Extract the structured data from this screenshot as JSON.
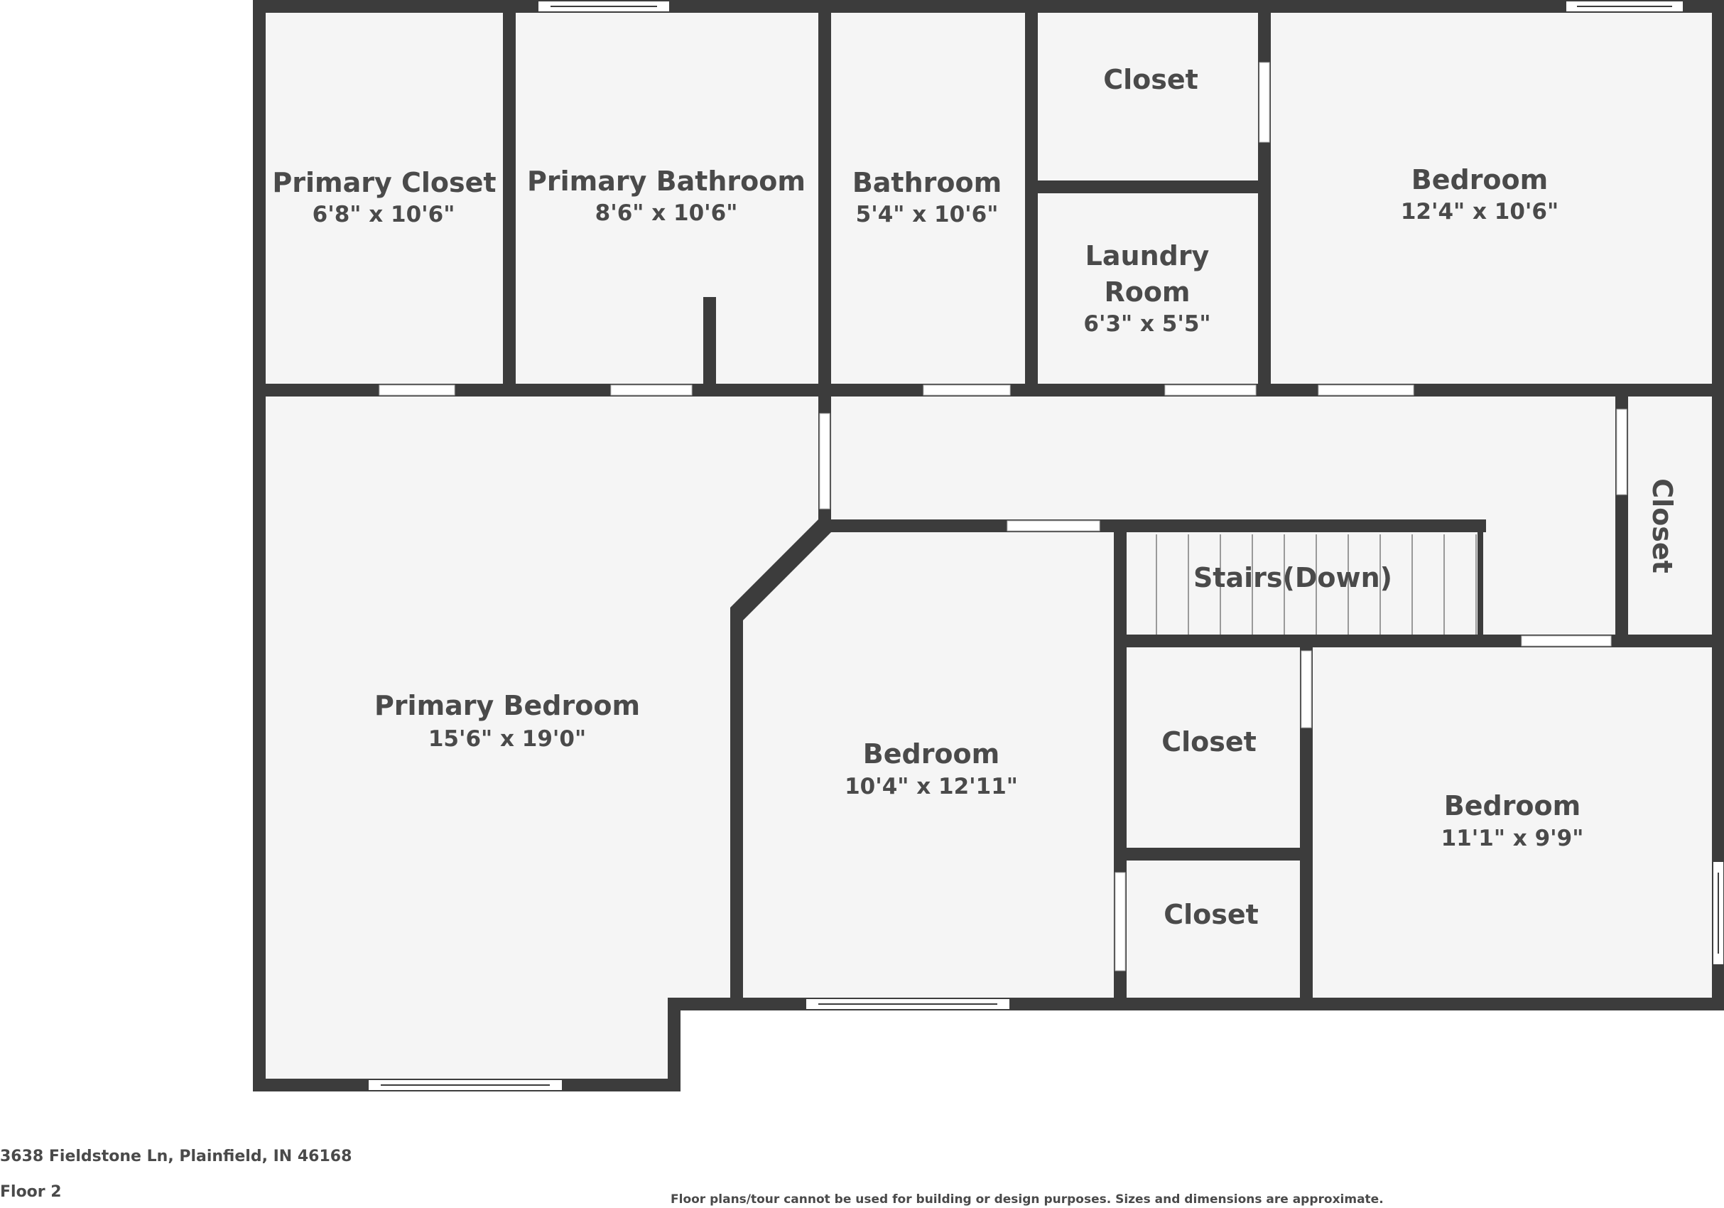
{
  "rooms": {
    "primary_closet": {
      "name": "Primary Closet",
      "dim": "6'8\" x 10'6\""
    },
    "primary_bathroom": {
      "name": "Primary Bathroom",
      "dim": "8'6\" x 10'6\""
    },
    "bathroom": {
      "name": "Bathroom",
      "dim": "5'4\" x 10'6\""
    },
    "closet_top": {
      "name": "Closet"
    },
    "laundry": {
      "name_line1": "Laundry",
      "name_line2": "Room",
      "dim": "6'3\" x 5'5\""
    },
    "bedroom_ne": {
      "name": "Bedroom",
      "dim": "12'4\" x 10'6\""
    },
    "closet_right": {
      "name": "Closet"
    },
    "stairs": {
      "name": "Stairs(Down)"
    },
    "primary_bedroom": {
      "name": "Primary Bedroom",
      "dim": "15'6\" x 19'0\""
    },
    "bedroom_center": {
      "name": "Bedroom",
      "dim": "10'4\" x 12'11\""
    },
    "closet_mid": {
      "name": "Closet"
    },
    "closet_low": {
      "name": "Closet"
    },
    "bedroom_se": {
      "name": "Bedroom",
      "dim": "11'1\" x 9'9\""
    }
  },
  "footer": {
    "address": "3638 Fieldstone Ln, Plainfield, IN 46168",
    "floor": "Floor 2",
    "disclaimer": "Floor plans/tour cannot be used for building or design purposes. Sizes and dimensions are approximate."
  },
  "colors": {
    "wall": "#3c3c3c",
    "floor": "#f5f5f5",
    "opening": "#ffffff",
    "text": "#4a4a4a"
  }
}
